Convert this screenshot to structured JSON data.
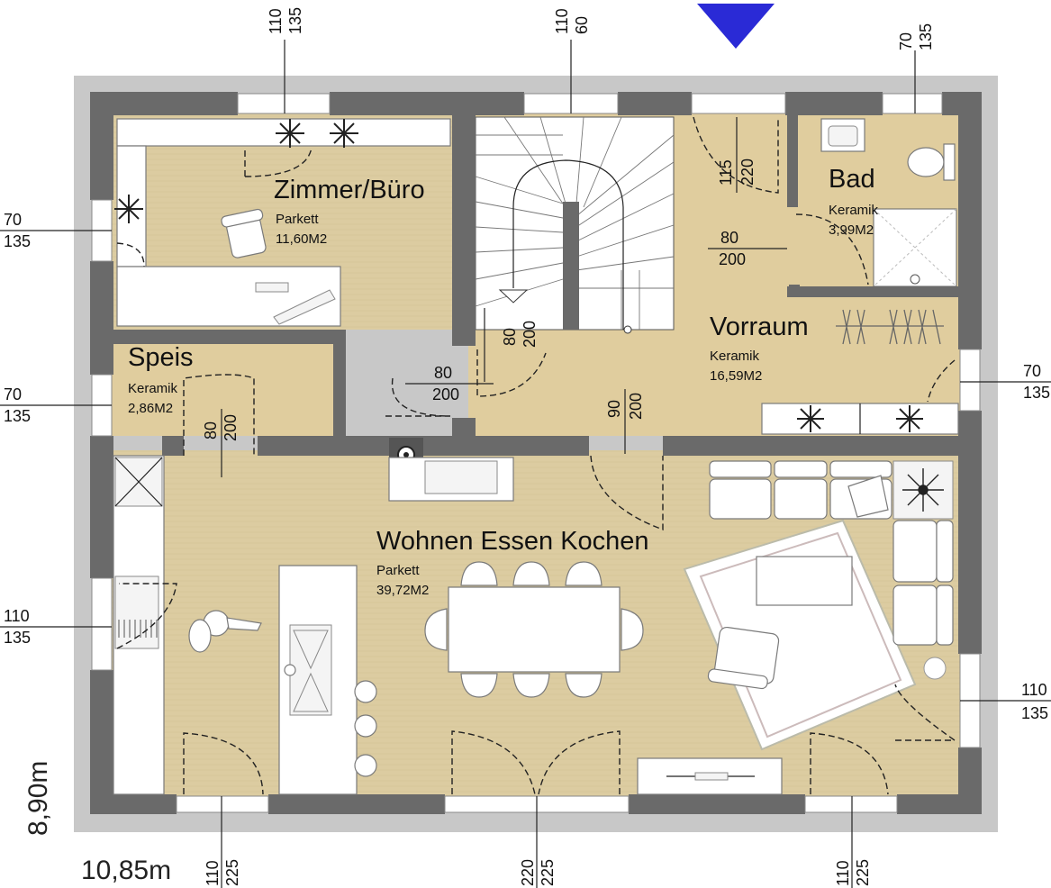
{
  "plan": {
    "overall_width": "10,85m",
    "overall_depth": "8,90m",
    "entrance_marker": "entrance-arrow"
  },
  "rooms": {
    "office": {
      "name": "Zimmer/Büro",
      "floor": "Parkett",
      "area": "11,60M2"
    },
    "bath": {
      "name": "Bad",
      "floor": "Keramik",
      "area": "3,99M2"
    },
    "hall": {
      "name": "Vorraum",
      "floor": "Keramik",
      "area": "16,59M2"
    },
    "pantry": {
      "name": "Speis",
      "floor": "Keramik",
      "area": "2,86M2"
    },
    "living": {
      "name": "Wohnen Essen Kochen",
      "floor": "Parkett",
      "area": "39,72M2"
    }
  },
  "dimensions": {
    "win_top_office": {
      "a": "110",
      "b": "135"
    },
    "win_top_stair": {
      "a": "110",
      "b": "60"
    },
    "win_top_bath": {
      "a": "70",
      "b": "135"
    },
    "win_left_office": {
      "a": "70",
      "b": "135"
    },
    "win_left_pantry": {
      "a": "70",
      "b": "135"
    },
    "win_left_kitchen": {
      "a": "110",
      "b": "135"
    },
    "win_right_hall": {
      "a": "70",
      "b": "135"
    },
    "win_right_living": {
      "a": "110",
      "b": "135"
    },
    "win_bottom_left": {
      "a": "110",
      "b": "225"
    },
    "win_bottom_mid": {
      "a": "220",
      "b": "225"
    },
    "win_bottom_right": {
      "a": "110",
      "b": "225"
    },
    "door_entry": {
      "a": "115",
      "b": "220"
    },
    "door_bath": {
      "a": "80",
      "b": "200"
    },
    "door_office": {
      "a": "80",
      "b": "200"
    },
    "door_hall_left": {
      "a": "80",
      "b": "200"
    },
    "door_pantry": {
      "a": "80",
      "b": "200"
    },
    "door_living": {
      "a": "90",
      "b": "200"
    }
  },
  "colors": {
    "floor_wood": "#dccca1",
    "floor_tile": "#e0cd9e",
    "wall_dark": "#6a6a6a",
    "wall_outer": "#c8c8c8",
    "entrance": "#2a2ad6"
  }
}
